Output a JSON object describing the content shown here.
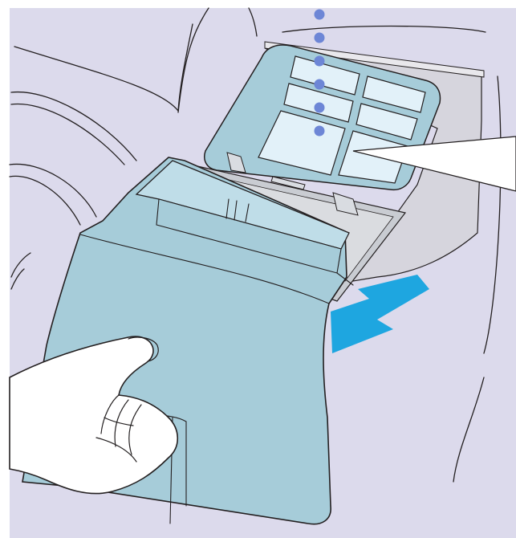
{
  "illustration": {
    "background_color": "#DCDAEC",
    "drawer_color": "#A6CCD9",
    "drawer_light_color": "#BFDDE8",
    "filter_color": "#E2F1F9",
    "skin_color": "#FFFFFF",
    "line_color": "#231F20",
    "arrow_color": "#1EA6E0",
    "dot_color": "#6D86D6",
    "dot_count": 6,
    "icons": [
      "pull-out-arrow-icon",
      "dotted-guide-line",
      "callout-pointer"
    ]
  }
}
